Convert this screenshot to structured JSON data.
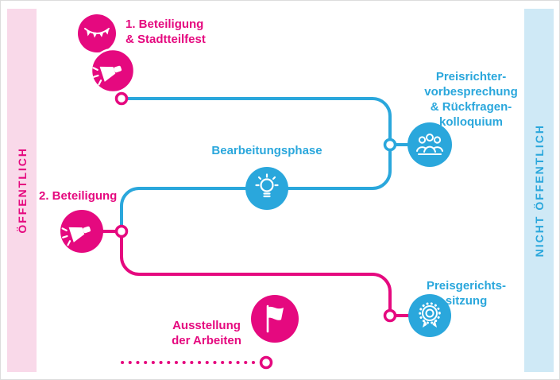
{
  "colors": {
    "pink": "#e5097f",
    "pink_light": "#f9d9e9",
    "blue": "#2aa7dc",
    "blue_light": "#cfe9f6",
    "background": "#ffffff"
  },
  "bands": {
    "left": {
      "label": "ÖFFENTLICH"
    },
    "right": {
      "label": "NICHT ÖFFENTLICH"
    }
  },
  "diagram": {
    "steps": [
      {
        "id": "beteiligung-1",
        "label": "1. Beteiligung\n& Stadtteilfest",
        "icons": [
          "banner-icon",
          "megaphone-icon"
        ],
        "accent": "pink"
      },
      {
        "id": "preisrichtervorbesprechung",
        "label": "Preisrichter-\nvorbesprechung\n& Rückfragen-\nkolloquium",
        "icons": [
          "jury-people-icon"
        ],
        "accent": "blue"
      },
      {
        "id": "bearbeitungsphase",
        "label": "Bearbeitungsphase",
        "icons": [
          "lightbulb-icon"
        ],
        "accent": "blue"
      },
      {
        "id": "beteiligung-2",
        "label": "2. Beteiligung",
        "icons": [
          "megaphone-icon"
        ],
        "accent": "pink"
      },
      {
        "id": "preisgerichtssitzung",
        "label": "Preisgerichts-\nsitzung",
        "icons": [
          "medal-icon"
        ],
        "accent": "blue"
      },
      {
        "id": "ausstellung",
        "label": "Ausstellung\nder Arbeiten",
        "icons": [
          "flag-icon"
        ],
        "accent": "pink"
      }
    ]
  }
}
